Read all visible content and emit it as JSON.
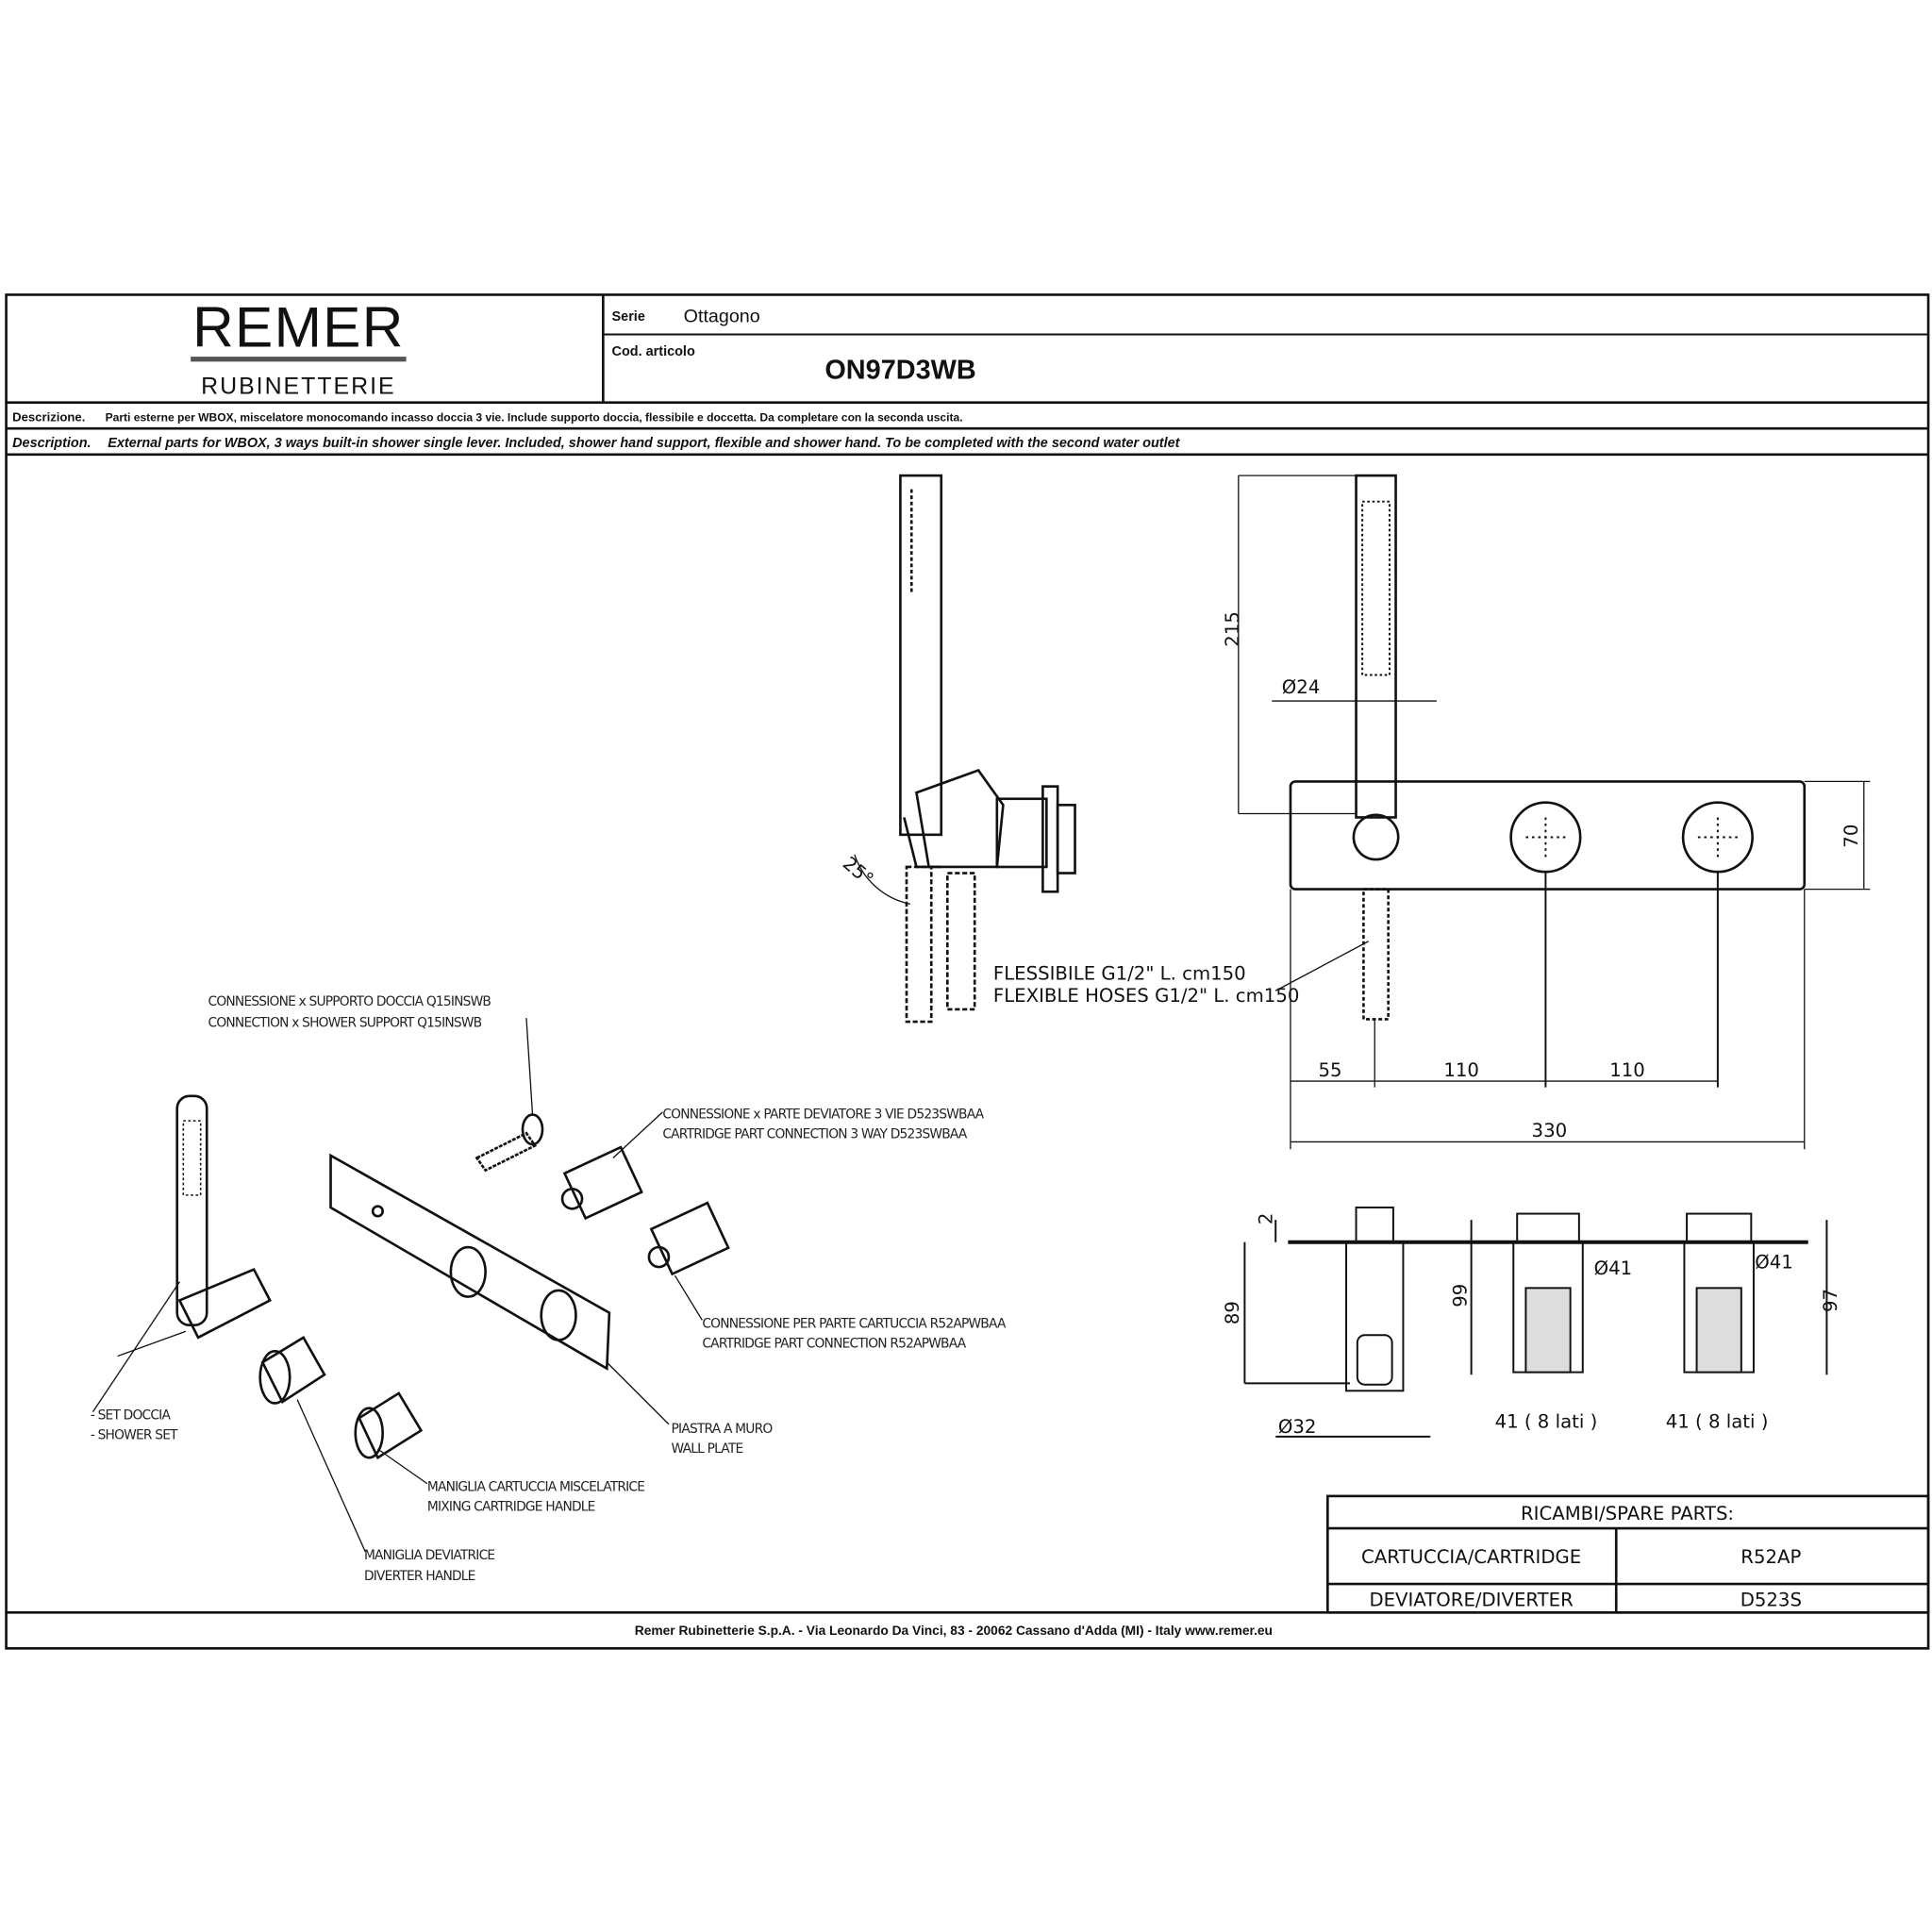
{
  "header": {
    "brand": "REMER",
    "brand_sub": "RUBINETTERIE",
    "serie_label": "Serie",
    "serie_value": "Ottagono",
    "code_label": "Cod. articolo",
    "code_value": "ON97D3WB"
  },
  "description": {
    "it_label": "Descrizione.",
    "it_text": "Parti esterne per WBOX, miscelatore monocomando incasso doccia 3 vie. Include supporto doccia, flessibile e doccetta. Da completare con la seconda uscita.",
    "en_label": "Description.",
    "en_text": "External parts for WBOX, 3 ways built-in shower single lever. Included, shower hand support, flexible and shower hand. To be completed with the second water outlet"
  },
  "callouts": {
    "support_it": "CONNESSIONE x SUPPORTO DOCCIA Q15INSWB",
    "support_en": "CONNECTION x SHOWER SUPPORT Q15INSWB",
    "diverter_it": "CONNESSIONE x PARTE DEVIATORE 3 VIE D523SWBAA",
    "diverter_en": "CARTRIDGE PART CONNECTION 3 WAY D523SWBAA",
    "cartridge_it": "CONNESSIONE PER PARTE CARTUCCIA R52APWBAA",
    "cartridge_en": "CARTRIDGE PART CONNECTION R52APWBAA",
    "shower_it": "- SET DOCCIA",
    "shower_en": "- SHOWER SET",
    "plate_it": "PIASTRA A MURO",
    "plate_en": "WALL PLATE",
    "mixing_it": "MANIGLIA CARTUCCIA MISCELATRICE",
    "mixing_en": "MIXING CARTRIDGE HANDLE",
    "diverter_handle_it": "MANIGLIA DEVIATRICE",
    "diverter_handle_en": "DIVERTER HANDLE",
    "hose_it": "FLESSIBILE G1/2\" L. cm150",
    "hose_en": "FLEXIBLE HOSES  G1/2\" L. cm150"
  },
  "dimensions": {
    "angle": "25°",
    "height_handle": "215",
    "dia_handle": "Ø24",
    "plate_height": "70",
    "d55": "55",
    "d110a": "110",
    "d110b": "110",
    "d330": "330",
    "plate_thk": "2",
    "depth_89": "89",
    "dia_32": "Ø32",
    "depth_99": "99",
    "dia_41a": "Ø41",
    "width_41a": "41 ( 8 lati )",
    "depth_97": "97",
    "dia_41b": "Ø41",
    "width_41b": "41 ( 8 lati )"
  },
  "spare_parts": {
    "title": "RICAMBI/SPARE PARTS:",
    "rows": [
      {
        "name": "CARTUCCIA/CARTRIDGE",
        "code": "R52AP"
      },
      {
        "name": "DEVIATORE/DIVERTER",
        "code": "D523S"
      }
    ]
  },
  "footer": "Remer Rubinetterie S.p.A. - Via Leonardo Da Vinci, 83 - 20062 Cassano d'Adda (MI) - Italy www.remer.eu"
}
